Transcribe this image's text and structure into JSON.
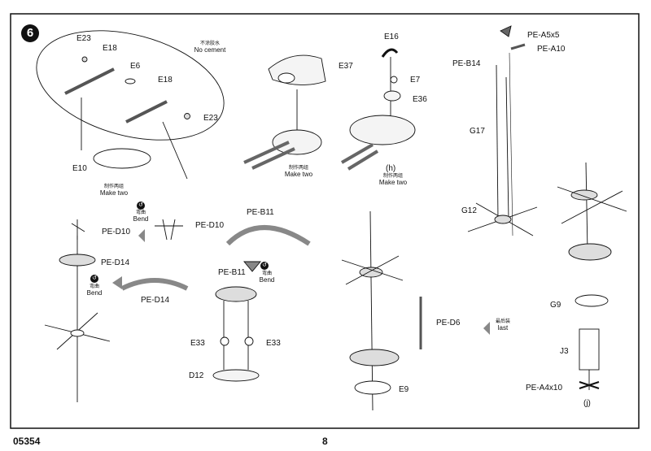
{
  "step_number": "6",
  "kit_number": "05354",
  "page_number": "8",
  "notes": {
    "no_cement_cn": "不涂胶水",
    "no_cement_en": "No cement",
    "make_two_cn": "制作两组",
    "make_two_en": "Make two",
    "bend_cn": "弯曲",
    "bend_en": "Bend",
    "last_cn": "最后装",
    "last_en": "last"
  },
  "labels": {
    "e23_top": "E23",
    "e18_top": "E18",
    "e6": "E6",
    "e18_mid": "E18",
    "e23_right": "E23",
    "e10": "E10",
    "e37": "E37",
    "e16": "E16",
    "e7": "E7",
    "e36": "E36",
    "h": "(h)",
    "pe_a5x5": "PE-A5x5",
    "pe_a10": "PE-A10",
    "pe_b14": "PE-B14",
    "g17": "G17",
    "g12": "G12",
    "pe_d10_a": "PE-D10",
    "pe_d10_b": "PE-D10",
    "pe_d14_a": "PE-D14",
    "pe_d14_b": "PE-D14",
    "pe_b11_a": "PE-B11",
    "pe_b11_b": "PE-B11",
    "e33_a": "E33",
    "e33_b": "E33",
    "d12": "D12",
    "pe_d6": "PE-D6",
    "e9": "E9",
    "g9": "G9",
    "j3": "J3",
    "pe_a4x10": "PE-A4x10",
    "j": "(j)"
  }
}
